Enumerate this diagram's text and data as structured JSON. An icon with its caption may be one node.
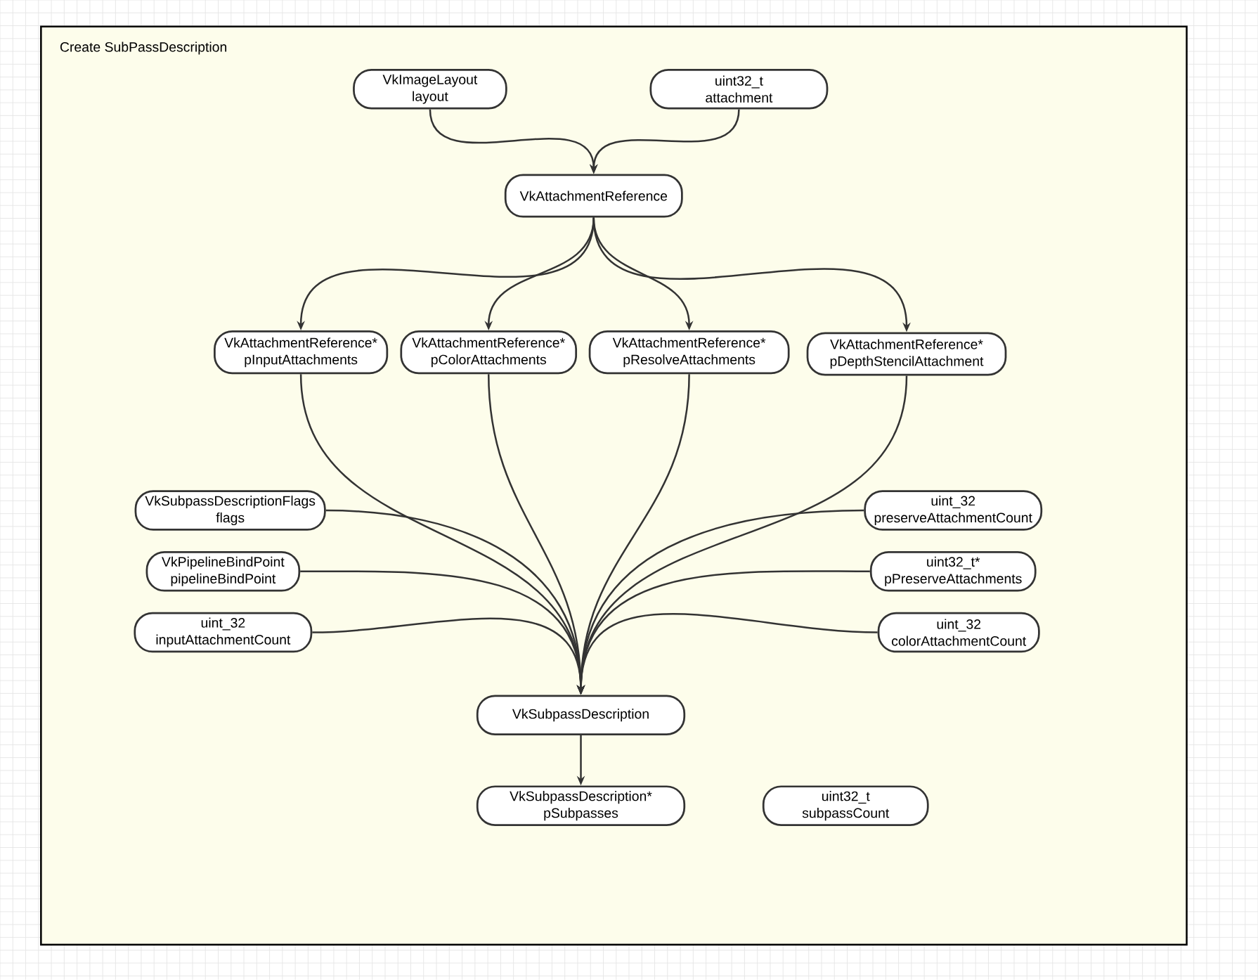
{
  "diagram": {
    "nodes": [
      {
        "text": [
          "Create SubPassDescription"
        ]
      },
      {
        "text": [
          "VkImageLayout",
          "layout"
        ],
        "in": 0
      },
      {
        "text": [
          "uint32_t",
          "attachment"
        ],
        "in": 0
      },
      {
        "text": [
          "VkAttachmentReference"
        ],
        "in": 0
      },
      {
        "text": [
          "VkAttachmentReference*",
          "pInputAttachments"
        ],
        "in": 0
      },
      {
        "text": [
          "VkAttachmentReference*",
          "pColorAttachments"
        ],
        "in": 0
      },
      {
        "text": [
          "VkAttachmentReference*",
          "pResolveAttachments"
        ],
        "in": 0
      },
      {
        "text": [
          "VkAttachmentReference*",
          "pDepthStencilAttachment"
        ],
        "in": 0
      },
      {
        "text": [
          "VkSubpassDescriptionFlags",
          "flags"
        ],
        "in": 0
      },
      {
        "text": [
          "VkPipelineBindPoint",
          "pipelineBindPoint"
        ],
        "in": 0
      },
      {
        "text": [
          "uint_32",
          "inputAttachmentCount"
        ],
        "in": 0
      },
      {
        "text": [
          "uint_32",
          "preserveAttachmentCount"
        ],
        "in": 0
      },
      {
        "text": [
          "uint32_t*",
          "pPreserveAttachments"
        ],
        "in": 0
      },
      {
        "text": [
          "uint_32",
          "colorAttachmentCount"
        ],
        "in": 0
      },
      {
        "text": [
          "VkSubpassDescription"
        ],
        "in": 0
      },
      {
        "text": [
          "VkSubpassDescription*",
          "pSubpasses"
        ],
        "in": 0
      },
      {
        "text": [
          "uint32_t",
          "subpassCount"
        ],
        "in": 0
      }
    ],
    "edges": [
      {
        "from": 1,
        "to": 3,
        "arrow": "to"
      },
      {
        "from": 2,
        "to": 3,
        "arrow": "to"
      },
      {
        "from": 3,
        "to": 4,
        "arrow": "to"
      },
      {
        "from": 3,
        "to": 5,
        "arrow": "to"
      },
      {
        "from": 3,
        "to": 6,
        "arrow": "to"
      },
      {
        "from": 3,
        "to": 7,
        "arrow": "to"
      },
      {
        "from": 4,
        "to": 14,
        "arrow": "to"
      },
      {
        "from": 5,
        "to": 14,
        "arrow": "to"
      },
      {
        "from": 6,
        "to": 14,
        "arrow": "to"
      },
      {
        "from": 7,
        "to": 14,
        "arrow": "to"
      },
      {
        "from": 8,
        "to": 14,
        "arrow": "to"
      },
      {
        "from": 9,
        "to": 14,
        "arrow": "to"
      },
      {
        "from": 10,
        "to": 14,
        "arrow": "to"
      },
      {
        "from": 11,
        "to": 14,
        "arrow": "to"
      },
      {
        "from": 12,
        "to": 14,
        "arrow": "to"
      },
      {
        "from": 13,
        "to": 14,
        "arrow": "to"
      },
      {
        "from": 14,
        "to": 15,
        "arrow": "to"
      }
    ]
  }
}
